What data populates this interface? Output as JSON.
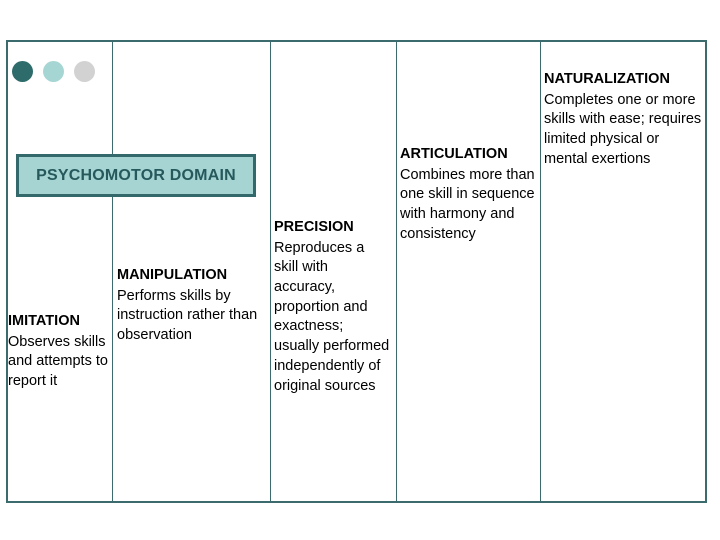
{
  "slide": {
    "domain_box": {
      "label": "PSYCHOMOTOR DOMAIN",
      "fill_color": "#a6d4d2",
      "border_color": "#34696c",
      "text_color": "#26595c"
    },
    "dots": [
      {
        "name": "dot-dark-teal",
        "color": "#2e6b6b"
      },
      {
        "name": "dot-light-teal",
        "color": "#a6d6d4"
      },
      {
        "name": "dot-light-gray",
        "color": "#d2d2d2"
      }
    ],
    "table": {
      "border_color": "#3c6b6e",
      "column_count": 5
    },
    "levels": [
      {
        "key": "imitation",
        "title": "IMITATION",
        "description": "Observes skills and attempts to report it"
      },
      {
        "key": "manipulation",
        "title": "MANIPULATION",
        "description": "Performs skills by instruction rather than observation"
      },
      {
        "key": "precision",
        "title": "PRECISION",
        "description": "Reproduces a skill with accuracy, proportion and exactness; usually performed independently of original sources"
      },
      {
        "key": "articulation",
        "title": "ARTICULATION",
        "description": "Combines more than one skill in sequence with harmony and consistency"
      },
      {
        "key": "naturalization",
        "title": "NATURALIZATION",
        "description": "Completes one or more skills with ease; requires limited physical or mental exertions"
      }
    ]
  }
}
